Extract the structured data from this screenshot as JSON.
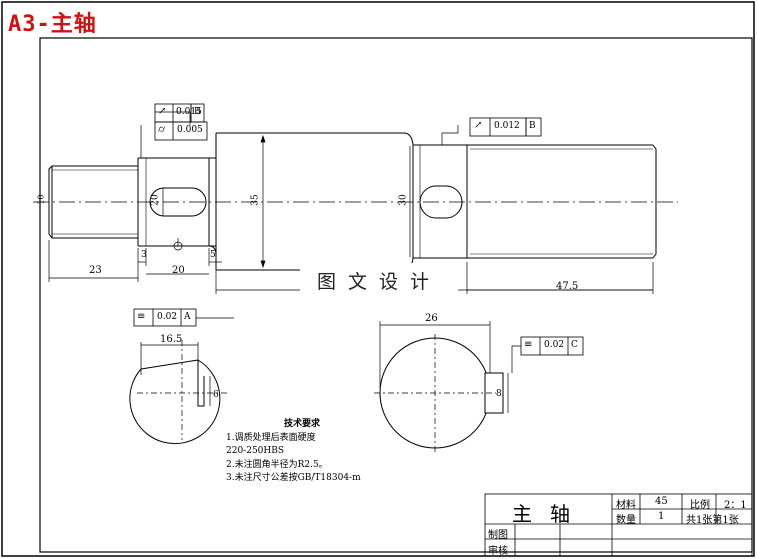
{
  "page": {
    "title": "A3-主轴",
    "watermark": "图文设计"
  },
  "dimensions": {
    "d1": "23",
    "d2": "3",
    "d3": "20",
    "d4": "5",
    "d5": "47.5",
    "dia_left": "20",
    "dia_mid": "35",
    "dia_right": "30",
    "sec1_width": "16.5",
    "sec1_depth": "6",
    "sec2_width": "26",
    "sec2_depth": "8",
    "left_small": "10"
  },
  "tolerances": {
    "runout_top": {
      "symbol": "↗",
      "value": "0.015",
      "datum": "B"
    },
    "cyl_top": {
      "symbol": "⌭",
      "value": "0.005"
    },
    "runout_right": {
      "symbol": "↗",
      "value": "0.012",
      "datum": "B"
    },
    "sym_a": {
      "symbol": "≡",
      "value": "0.02",
      "datum": "A"
    },
    "sym_c": {
      "symbol": "≡",
      "value": "0.02",
      "datum": "C"
    }
  },
  "notes": {
    "title": "技术要求",
    "line1": "1.调质处理后表面硬度",
    "line2": "220-250HBS",
    "line3": "2.未注圆角半径为R2.5。",
    "line4": "3.未注尺寸公差按GB/T18304-m"
  },
  "title_block": {
    "name": "主轴",
    "material_label": "材料",
    "material_value": "45",
    "scale_label": "比例",
    "scale_value": "2：1",
    "qty_label": "数量",
    "qty_value": "1",
    "sheet_info": "共1张第1张",
    "drawn_label": "制图",
    "checked_label": "审核"
  }
}
